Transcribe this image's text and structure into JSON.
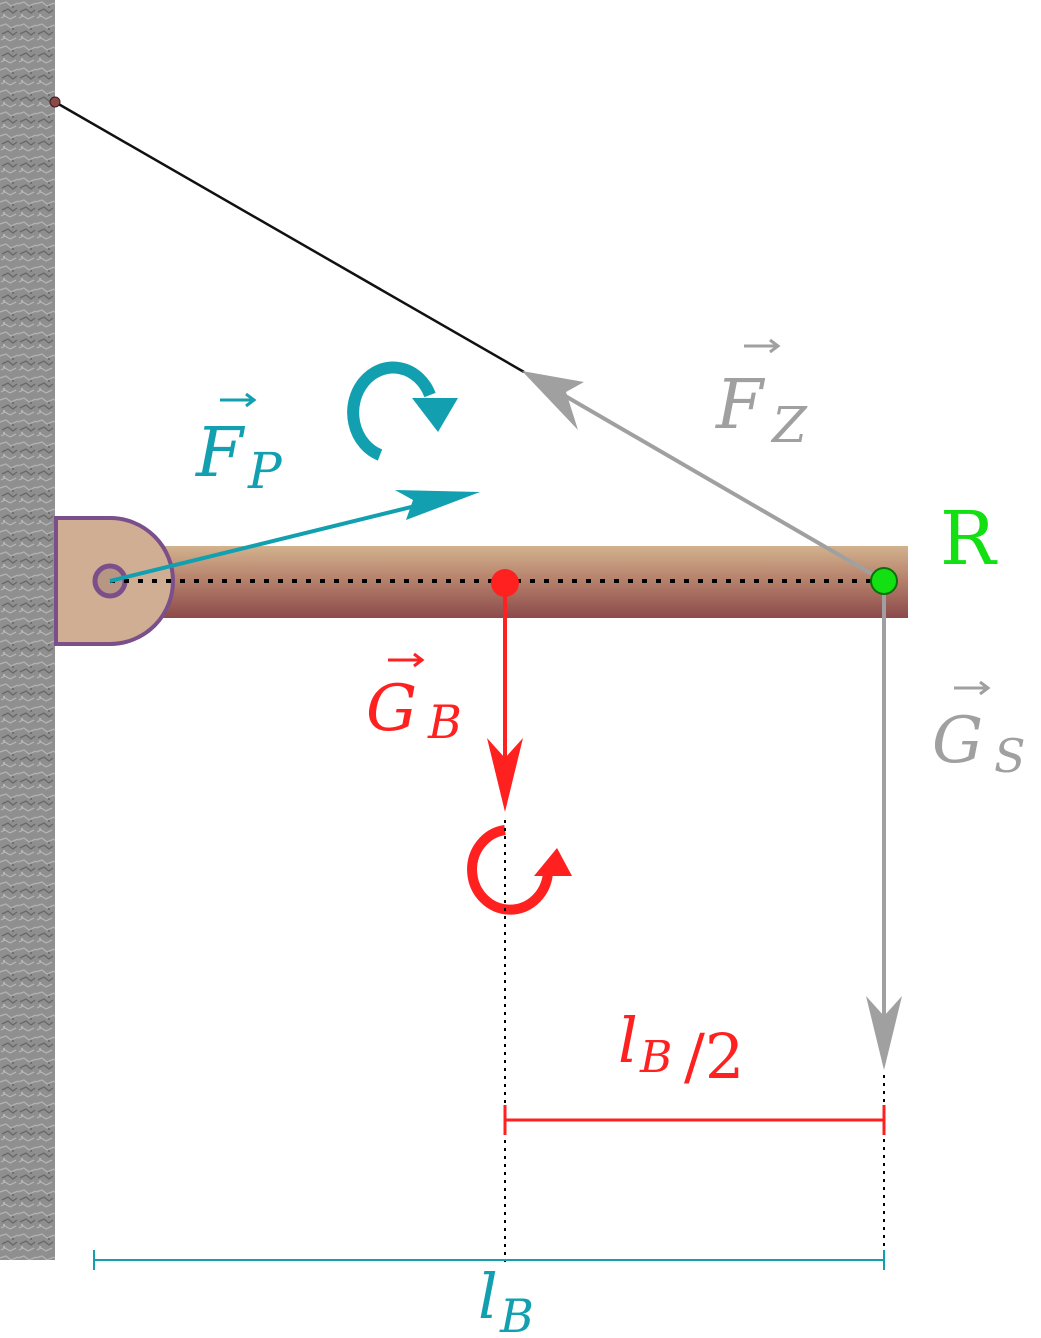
{
  "labels": {
    "fp_main": "F",
    "fp_sub": "P",
    "fz_main": "F",
    "fz_sub": "Z",
    "gb_main": "G",
    "gb_sub": "B",
    "gs_main": "G",
    "gs_sub": "S",
    "r": "R",
    "half_l": "l",
    "half_sub": "B",
    "half_div": "/2",
    "full_l": "l",
    "full_sub": "B"
  },
  "colors": {
    "teal": "#12a0b0",
    "red": "#ff2020",
    "gray": "#a0a0a0",
    "green": "#12e012",
    "beam_light": "#d2b28e",
    "beam_dark": "#8c4a4a",
    "hinge_fill": "#cfae94",
    "hinge_stroke": "#7a4f8a",
    "wall": "#8c8c8c",
    "rope": "#111111"
  },
  "icons": {
    "teal_rotation": "clockwise-rotation-icon",
    "red_rotation": "counterclockwise-rotation-icon"
  }
}
